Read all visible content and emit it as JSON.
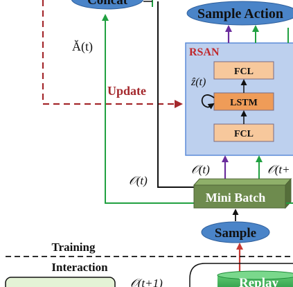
{
  "nodes": {
    "concat": "Concat",
    "sample_action": "Sample Action",
    "rsan_title": "RSAN",
    "fcl_top": "FCL",
    "lstm": "LSTM",
    "fcl_bottom": "FCL",
    "mini_batch": "Mini Batch",
    "sample": "Sample",
    "replay": "Replay"
  },
  "labels": {
    "a_t": "Ă(t)",
    "update": "Update",
    "z_t": "ẑ(t)",
    "o_t_left": "𝒪(t)",
    "o_t_input": "𝒪(t)",
    "o_t1_input": "𝒪(t+",
    "o_t1_bottom": "𝒪(t+1)",
    "training": "Training",
    "interaction": "Interaction"
  },
  "colors": {
    "ellipse_blue": "#4a84c8",
    "rsan_fill": "#bdd0ee",
    "rsan_border": "#5b8bd8",
    "box_orange": "#f7c89c",
    "box_orange_dark": "#ef9c58",
    "minibatch_green": "#6e8b4e",
    "replay_green": "#2ea84a",
    "arrow_green": "#20a040",
    "arrow_purple": "#6a2c9c",
    "update_red": "#a4282c",
    "sample_arrow_red": "#c83a34"
  }
}
